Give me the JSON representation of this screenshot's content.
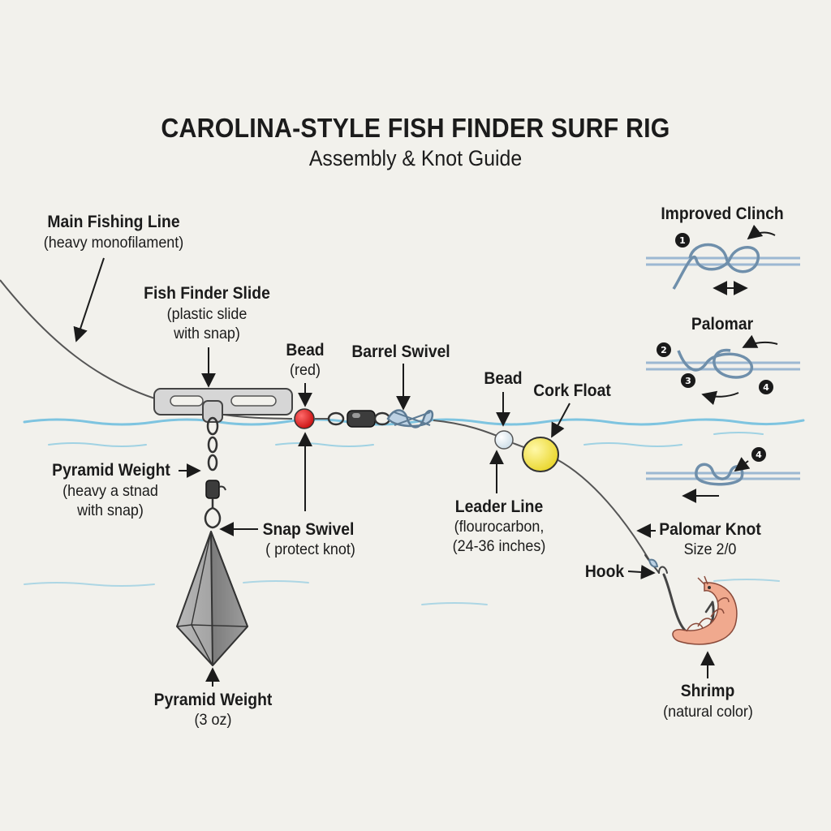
{
  "title": "CAROLINA-STYLE FISH FINDER SURF RIG",
  "subtitle": "Assembly & Knot Guide",
  "labels": {
    "main_line": {
      "name": "Main Fishing Line",
      "detail": "(heavy monofilament)"
    },
    "slide": {
      "name": "Fish Finder Slide",
      "detail_1": "(plastic slide",
      "detail_2": "with snap)"
    },
    "bead_red": {
      "name": "Bead",
      "detail": "(red)"
    },
    "barrel_swivel": {
      "name": "Barrel Swivel"
    },
    "bead_white": {
      "name": "Bead"
    },
    "cork_float": {
      "name": "Cork Float"
    },
    "pyramid_weight_left": {
      "name": "Pyramid Weight",
      "detail_1": "(heavy a stnad",
      "detail_2": "with snap)"
    },
    "snap_swivel": {
      "name": "Snap Swivel",
      "detail": "( protect knot)"
    },
    "leader_line": {
      "name": "Leader Line",
      "detail_1": "(flourocarbon,",
      "detail_2": "(24-36 inches)"
    },
    "palomar_knot": {
      "name": "Palomar Knot",
      "detail": "Size 2/0"
    },
    "hook": {
      "name": "Hook"
    },
    "pyramid_weight_bottom": {
      "name": "Pyramid Weight",
      "detail": "(3 oz)"
    },
    "shrimp": {
      "name": "Shrimp",
      "detail": "(natural color)"
    }
  },
  "knots": {
    "improved_clinch": {
      "name": "Improved Clinch",
      "steps": [
        "1"
      ]
    },
    "palomar": {
      "name": "Palomar",
      "steps": [
        "2",
        "3",
        "4"
      ]
    },
    "third": {
      "steps": [
        "4"
      ]
    }
  },
  "colors": {
    "background": "#f2f1ec",
    "water": "#7ec4e0",
    "line": "#555555",
    "red_bead": "#e01b1b",
    "cork_float": "#f3e54a",
    "weight": "#9a9a9a",
    "knot_line": "#9cb8d2",
    "shrimp": "#f0a98e",
    "badge": "#1a1a1a"
  }
}
